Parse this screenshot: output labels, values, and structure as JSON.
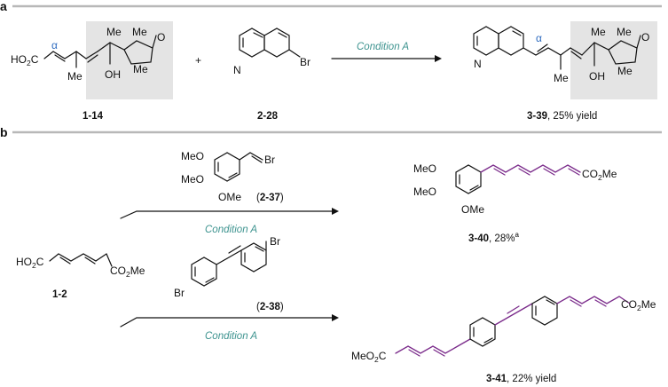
{
  "panels": {
    "a": "a",
    "b": "b"
  },
  "condition": "Condition A",
  "plus": "+",
  "alpha": "α",
  "labels": {
    "ho2c": "HO",
    "me": "Me",
    "oh": "OH",
    "o": "O",
    "n": "N",
    "br": "Br",
    "meo": "MeO",
    "ome": "OMe",
    "co2me": "CO",
    "meo2c": "MeO",
    "sub2": "2",
    "c": "C",
    "me_tail": "Me"
  },
  "compounds": {
    "c114": "1-14",
    "c228": "2-28",
    "c339": "3-39",
    "c339_yield": ", 25% yield",
    "c237": "(2-37)",
    "c237_id": "2-37",
    "c12": "1-2",
    "c238_id": "2-38",
    "c340": "3-40",
    "c340_yield": ", 28%",
    "c340_note": "a",
    "c341": "3-41",
    "c341_yield": ", 22%  yield"
  },
  "colors": {
    "condition": "#3f9490",
    "alpha": "#2e6bbf",
    "polyene": "#7a2a8a",
    "box": "#e4e4e4",
    "rule": "#b8b8b8"
  }
}
